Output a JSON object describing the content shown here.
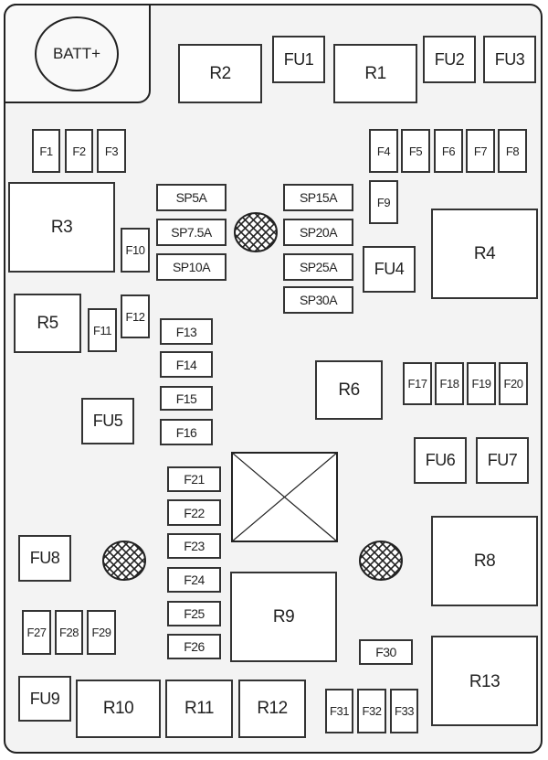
{
  "battery_terminal": {
    "label": "BATT+"
  },
  "components": [
    "R2",
    "FU1",
    "R1",
    "FU2",
    "FU3",
    "F1",
    "F2",
    "F3",
    "F4",
    "F5",
    "F6",
    "F7",
    "F8",
    "F9",
    "R3",
    "F10",
    "SP5A",
    "SP7.5A",
    "SP10A",
    "SP15A",
    "SP20A",
    "SP25A",
    "SP30A",
    "FU4",
    "R4",
    "R5",
    "F11",
    "F12",
    "F13",
    "F14",
    "F15",
    "F16",
    "R6",
    "F17",
    "F18",
    "F19",
    "F20",
    "FU5",
    "FU6",
    "FU7",
    "F21",
    "F22",
    "F23",
    "F24",
    "F25",
    "F26",
    "FU8",
    "R8",
    "R9",
    "F27",
    "F28",
    "F29",
    "F30",
    "R13",
    "FU9",
    "R10",
    "R11",
    "R12",
    "F31",
    "F32",
    "F33"
  ],
  "colors": {
    "panel": "#f3f3f3",
    "outline": "#222222",
    "box": "#ffffff"
  }
}
